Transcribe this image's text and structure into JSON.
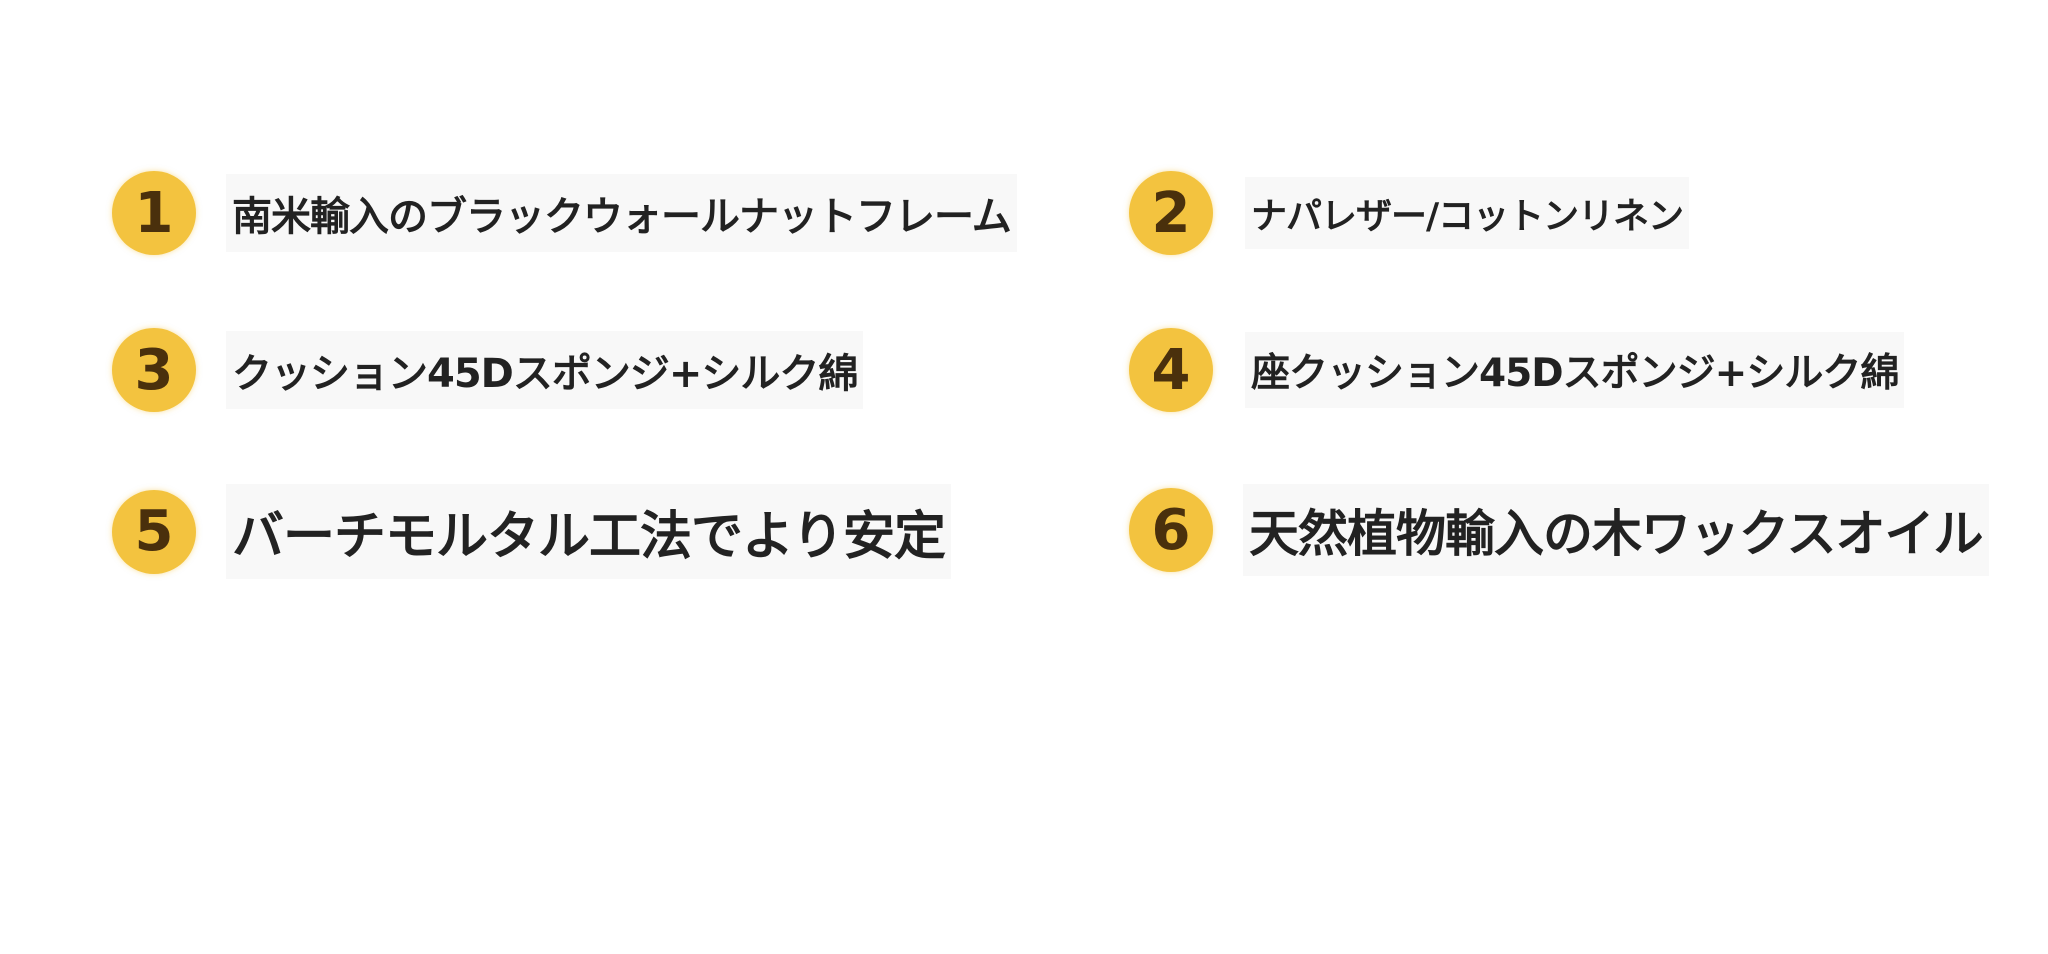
{
  "features": [
    {
      "number": "1",
      "text": "南米輸入のブラックウォールナットフレーム"
    },
    {
      "number": "2",
      "text": "ナパレザー/コットンリネン"
    },
    {
      "number": "3",
      "text": "クッション45Dスポンジ+シルク綿"
    },
    {
      "number": "4",
      "text": "座クッション45Dスポンジ+シルク綿"
    },
    {
      "number": "5",
      "text": "バーチモルタル工法でより安定"
    },
    {
      "number": "6",
      "text": "天然植物輸入の木ワックスオイル"
    }
  ],
  "colors": {
    "badge": "#f3c33f",
    "number": "#4a300c",
    "text": "#222222"
  }
}
